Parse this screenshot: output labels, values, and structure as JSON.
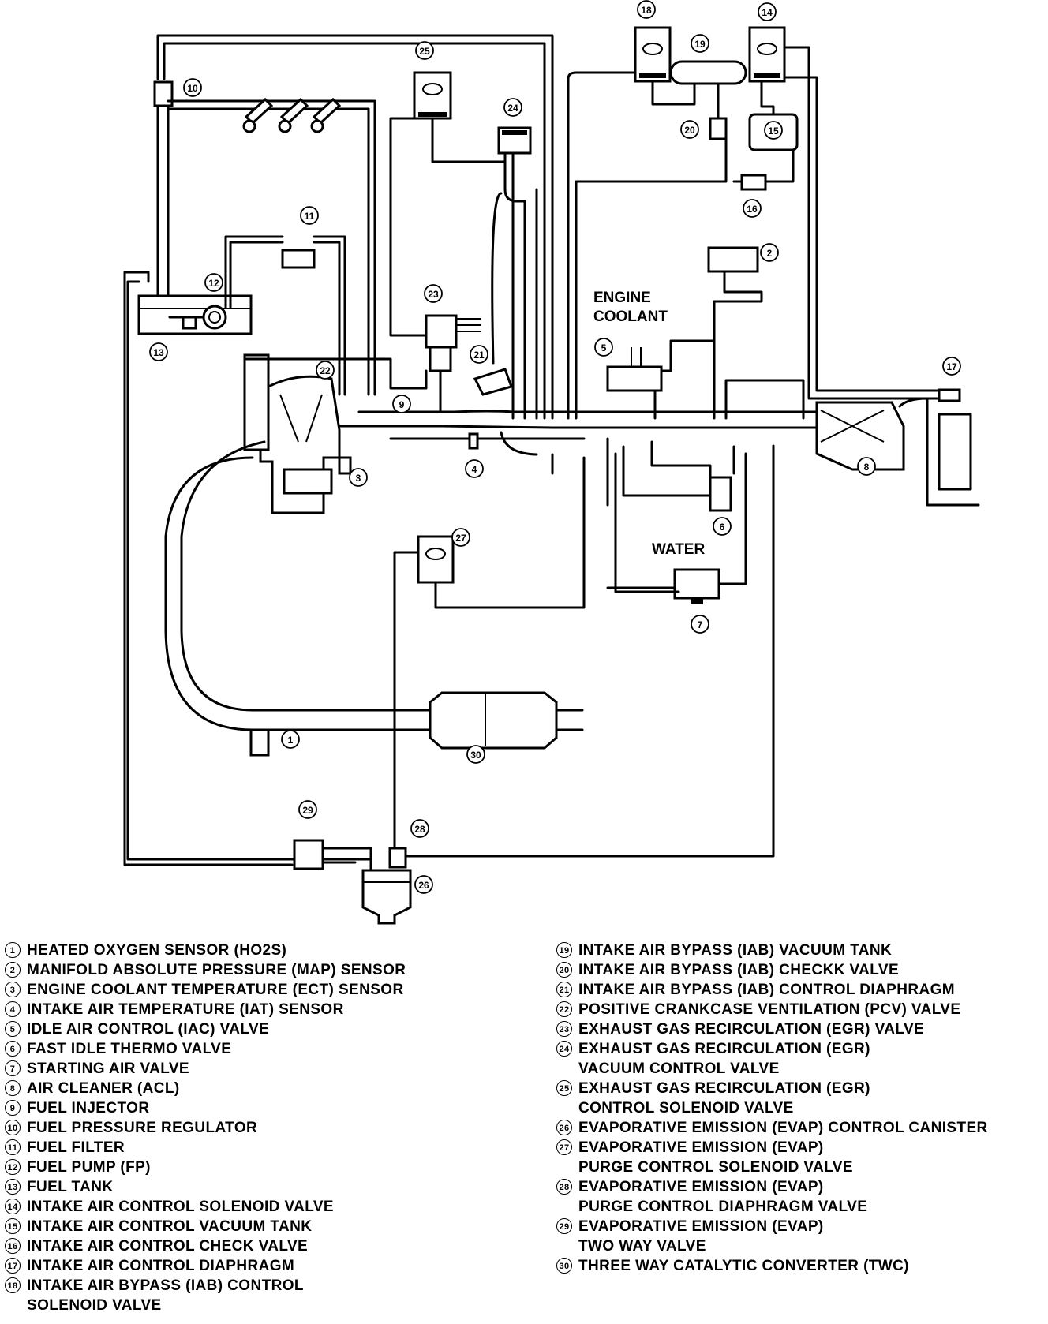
{
  "diagram": {
    "labels": {
      "engine_coolant": "ENGINE\nCOOLANT",
      "water": "WATER"
    },
    "callouts": [
      "1",
      "2",
      "3",
      "4",
      "5",
      "6",
      "7",
      "8",
      "9",
      "10",
      "11",
      "12",
      "13",
      "14",
      "15",
      "16",
      "17",
      "18",
      "19",
      "20",
      "21",
      "22",
      "23",
      "24",
      "25",
      "26",
      "27",
      "28",
      "29",
      "30"
    ]
  },
  "legend": {
    "left": [
      {
        "num": "1",
        "text": "HEATED OXYGEN SENSOR (HO2S)"
      },
      {
        "num": "2",
        "text": "MANIFOLD ABSOLUTE PRESSURE (MAP) SENSOR"
      },
      {
        "num": "3",
        "text": "ENGINE COOLANT TEMPERATURE (ECT) SENSOR"
      },
      {
        "num": "4",
        "text": "INTAKE AIR TEMPERATURE (IAT) SENSOR"
      },
      {
        "num": "5",
        "text": "IDLE AIR CONTROL (IAC) VALVE"
      },
      {
        "num": "6",
        "text": "FAST IDLE THERMO VALVE"
      },
      {
        "num": "7",
        "text": "STARTING AIR VALVE"
      },
      {
        "num": "8",
        "text": "AIR CLEANER (ACL)"
      },
      {
        "num": "9",
        "text": "FUEL INJECTOR"
      },
      {
        "num": "10",
        "text": "FUEL PRESSURE REGULATOR"
      },
      {
        "num": "11",
        "text": "FUEL FILTER"
      },
      {
        "num": "12",
        "text": "FUEL PUMP (FP)"
      },
      {
        "num": "13",
        "text": "FUEL TANK"
      },
      {
        "num": "14",
        "text": "INTAKE AIR CONTROL SOLENOID VALVE"
      },
      {
        "num": "15",
        "text": "INTAKE AIR CONTROL VACUUM TANK"
      },
      {
        "num": "16",
        "text": "INTAKE AIR CONTROL CHECK VALVE"
      },
      {
        "num": "17",
        "text": "INTAKE AIR CONTROL DIAPHRAGM"
      },
      {
        "num": "18",
        "text": "INTAKE AIR BYPASS (IAB) CONTROL\nSOLENOID VALVE"
      }
    ],
    "right": [
      {
        "num": "19",
        "text": "INTAKE AIR BYPASS (IAB) VACUUM TANK"
      },
      {
        "num": "20",
        "text": "INTAKE AIR BYPASS (IAB) CHECKK VALVE"
      },
      {
        "num": "21",
        "text": "INTAKE AIR BYPASS (IAB) CONTROL DIAPHRAGM"
      },
      {
        "num": "22",
        "text": "POSITIVE CRANKCASE VENTILATION (PCV) VALVE"
      },
      {
        "num": "23",
        "text": "EXHAUST GAS RECIRCULATION (EGR) VALVE"
      },
      {
        "num": "24",
        "text": "EXHAUST GAS RECIRCULATION (EGR)\nVACUUM CONTROL VALVE"
      },
      {
        "num": "25",
        "text": "EXHAUST GAS RECIRCULATION (EGR)\nCONTROL SOLENOID VALVE"
      },
      {
        "num": "26",
        "text": "EVAPORATIVE EMISSION (EVAP) CONTROL CANISTER"
      },
      {
        "num": "27",
        "text": "EVAPORATIVE EMISSION (EVAP)\nPURGE CONTROL SOLENOID VALVE"
      },
      {
        "num": "28",
        "text": "EVAPORATIVE EMISSION (EVAP)\nPURGE CONTROL DIAPHRAGM VALVE"
      },
      {
        "num": "29",
        "text": "EVAPORATIVE EMISSION (EVAP)\nTWO WAY VALVE"
      },
      {
        "num": "30",
        "text": "THREE WAY CATALYTIC CONVERTER (TWC)"
      }
    ]
  }
}
